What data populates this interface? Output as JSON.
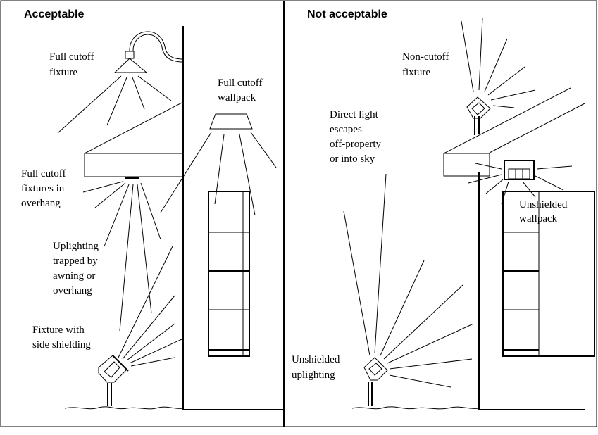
{
  "panels": {
    "left": {
      "title": "Acceptable",
      "labels": {
        "full_cutoff_fixture": [
          "Full cutoff",
          "fixture"
        ],
        "full_cutoff_wallpack": [
          "Full cutoff",
          "wallpack"
        ],
        "overhang_fixtures": [
          "Full cutoff",
          "fixtures in",
          "overhang"
        ],
        "uplighting_trapped": [
          "Uplighting",
          "trapped by",
          "awning or",
          "overhang"
        ],
        "side_shielding": [
          "Fixture with",
          "side shielding"
        ]
      }
    },
    "right": {
      "title": "Not acceptable",
      "labels": {
        "non_cutoff_fixture": [
          "Non-cutoff",
          "fixture"
        ],
        "direct_light": [
          "Direct light",
          "escapes",
          "off-property",
          "or into sky"
        ],
        "unshielded_wallpack": [
          "Unshielded",
          "wallpack"
        ],
        "unshielded_uplighting": [
          "Unshielded",
          "uplighting"
        ]
      }
    }
  }
}
